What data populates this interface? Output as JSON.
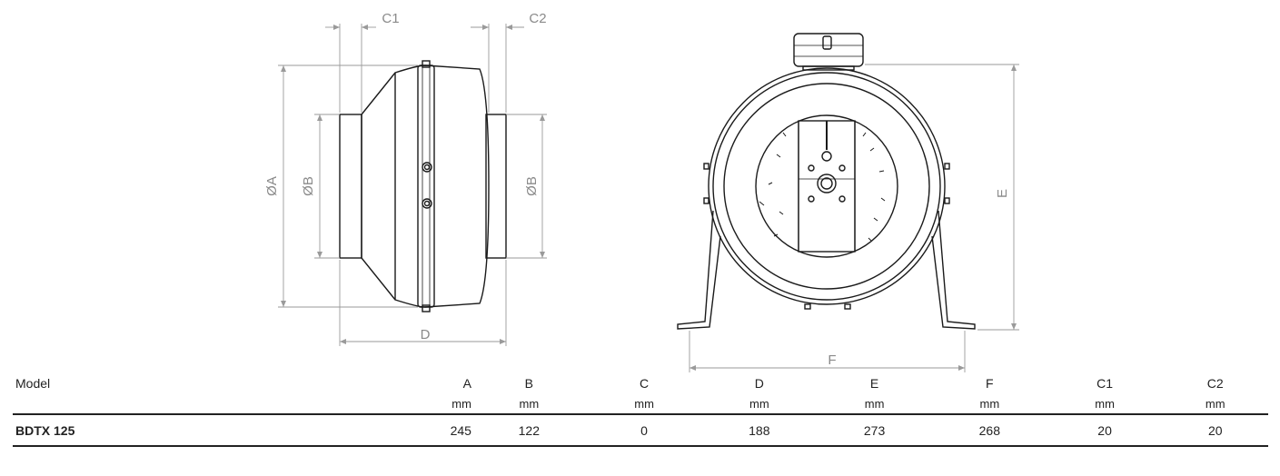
{
  "dimension_labels": {
    "side_view": {
      "c1": "C1",
      "c2": "C2",
      "a": "ØA",
      "b_left": "ØB",
      "b_right": "ØB",
      "d": "D"
    },
    "front_view": {
      "e": "E",
      "f": "F"
    }
  },
  "table": {
    "headers": [
      {
        "label": "Model",
        "unit": ""
      },
      {
        "label": "A",
        "unit": "mm"
      },
      {
        "label": "B",
        "unit": "mm"
      },
      {
        "label": "C",
        "unit": "mm"
      },
      {
        "label": "D",
        "unit": "mm"
      },
      {
        "label": "E",
        "unit": "mm"
      },
      {
        "label": "F",
        "unit": "mm"
      },
      {
        "label": "C1",
        "unit": "mm"
      },
      {
        "label": "C2",
        "unit": "mm"
      }
    ],
    "rows": [
      {
        "model": "BDTX 125",
        "values": [
          "245",
          "122",
          "0",
          "188",
          "273",
          "268",
          "20",
          "20"
        ]
      }
    ]
  }
}
